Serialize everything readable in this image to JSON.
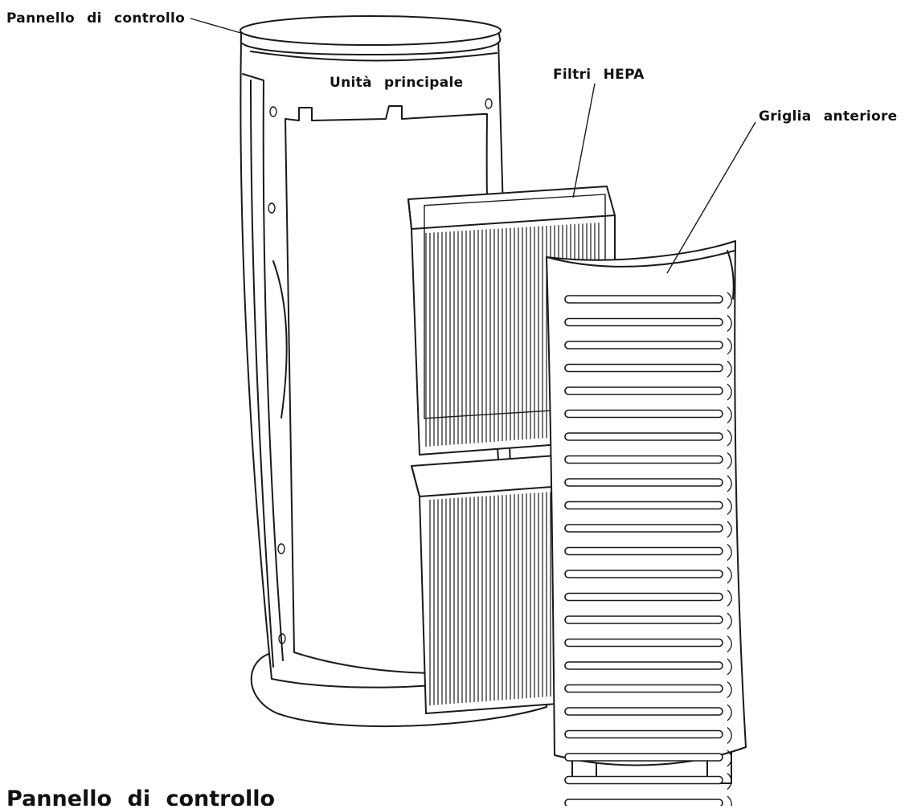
{
  "labels": {
    "control_panel": "Pannello  di  controllo",
    "main_unit": "Unità  principale",
    "hepa_filters": "Filtri  HEPA",
    "front_grille": "Griglia  anteriore"
  },
  "section_heading": "Pannello  di  controllo",
  "colors": {
    "line": "#1a1a1a",
    "background": "#ffffff",
    "text": "#111111"
  }
}
